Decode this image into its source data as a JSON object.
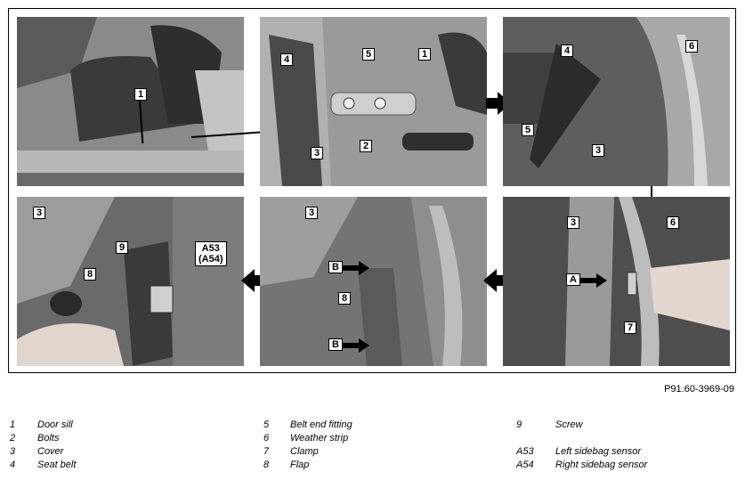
{
  "figure": {
    "panels": [
      {
        "name": "panel-seat-sill",
        "callouts": [
          {
            "text": "1"
          }
        ]
      },
      {
        "name": "panel-belt-end-fitting",
        "callouts": [
          {
            "text": "4"
          },
          {
            "text": "5"
          },
          {
            "text": "1"
          },
          {
            "text": "2"
          },
          {
            "text": "3"
          }
        ]
      },
      {
        "name": "panel-seat-belt-floor",
        "callouts": [
          {
            "text": "4"
          },
          {
            "text": "6"
          },
          {
            "text": "5"
          },
          {
            "text": "3"
          }
        ]
      },
      {
        "name": "panel-sensor-screw",
        "callouts": [
          {
            "text": "3"
          },
          {
            "text": "9"
          },
          {
            "text": "A53\n(A54)"
          },
          {
            "text": "8"
          }
        ]
      },
      {
        "name": "panel-flap",
        "callouts": [
          {
            "text": "3"
          },
          {
            "text": "B"
          },
          {
            "text": "8"
          },
          {
            "text": "B"
          }
        ]
      },
      {
        "name": "panel-weather-strip",
        "callouts": [
          {
            "text": "3"
          },
          {
            "text": "6"
          },
          {
            "text": "A"
          },
          {
            "text": "7"
          }
        ]
      }
    ],
    "code": "P91.60-3969-09"
  },
  "legend": {
    "columns": [
      [
        {
          "num": "1",
          "label": "Door sill"
        },
        {
          "num": "2",
          "label": "Bolts"
        },
        {
          "num": "3",
          "label": "Cover"
        },
        {
          "num": "4",
          "label": "Seat belt"
        }
      ],
      [
        {
          "num": "5",
          "label": "Belt end fitting"
        },
        {
          "num": "6",
          "label": "Weather strip"
        },
        {
          "num": "7",
          "label": "Clamp"
        },
        {
          "num": "8",
          "label": "Flap"
        }
      ],
      [
        {
          "num": "9",
          "label": "Screw"
        },
        {
          "num": "",
          "label": ""
        },
        {
          "num": "A53",
          "label": "Left sidebag sensor"
        },
        {
          "num": "A54",
          "label": "Right sidebag sensor"
        }
      ]
    ]
  }
}
